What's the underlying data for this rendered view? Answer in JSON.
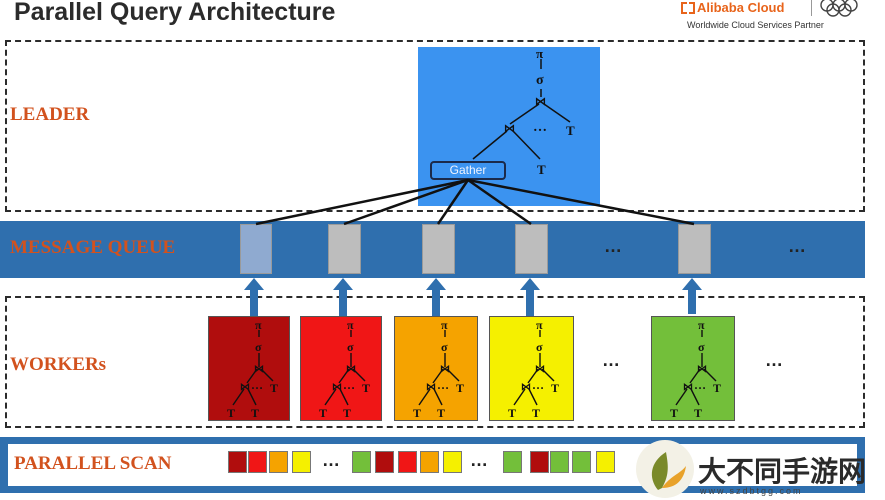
{
  "title": "Parallel Query Architecture",
  "brand": {
    "name": "Alibaba Cloud",
    "subtitle": "Worldwide Cloud Services Partner"
  },
  "sections": {
    "leader": "LEADER",
    "message_queue": "MESSAGE QUEUE",
    "workers": "WORKERs",
    "parallel_scan": "PARALLEL SCAN"
  },
  "leader_plan": {
    "gather_label": "Gather",
    "pi": "π",
    "sigma": "σ",
    "join": "⋈",
    "ellipsis": "…",
    "t": "T"
  },
  "worker_plan": {
    "pi": "π",
    "sigma": "σ",
    "join": "⋈",
    "ellipsis": "…",
    "t": "T"
  },
  "ellipsis": "…",
  "colors": {
    "leader_box": "#3b93f0",
    "queue_bar": "#2f6fae",
    "section_label": "#d2521e",
    "worker_dark_red": "#b00d0d",
    "worker_red": "#f01616",
    "worker_orange": "#f5a300",
    "worker_yellow": "#f5f000",
    "worker_green": "#73bf3a"
  },
  "scan_colors": [
    "#b00d0d",
    "#f01616",
    "#f5a300",
    "#f5f000",
    "#73bf3a",
    "#b00d0d",
    "#f01616",
    "#f5a300",
    "#f5f000",
    "#73bf3a",
    "#b00d0d",
    "#73bf3a",
    "#73bf3a",
    "#f5f000"
  ],
  "watermark": {
    "text": "大不同手游网",
    "url": "www.szdbtgg.com"
  }
}
